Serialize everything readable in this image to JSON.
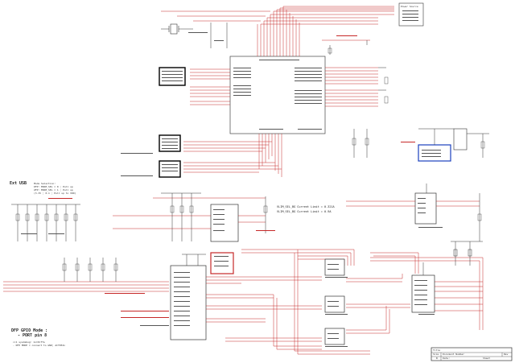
{
  "sheet": {
    "power_source_box": [
      "Power Source"
    ],
    "ext_usb_title": "Ext USB",
    "ext_usb_notes": [
      "Mode Selection:",
      "  DFP: MODE_SEL = 0 ; Pull up",
      "  UFP: MODE_SEL = 1 ; Pull up",
      "  (3.3V ; 0.1 ; Pull up to VDD)"
    ],
    "current_notes": [
      "VLIM_SEL_BG Current Limit = 0.321A",
      "VLIM_SEL_BG Current Limit = 0.9A"
    ],
    "dfp_title": "DFP GPIO Mode :",
    "dfp_subtitle": "- PORT pin 8",
    "dfp_notes": [
      "cc1 sysdebug: 1o=Diffe",
      "- DFP MODE = connect to GND; ACT05In"
    ],
    "title_block": {
      "title_label": "Title",
      "size_label": "Size",
      "size_value": "B",
      "doc_label": "Document Number",
      "rev_label": "Rev",
      "date_label": "Date:",
      "sheet_label": "Sheet"
    }
  }
}
